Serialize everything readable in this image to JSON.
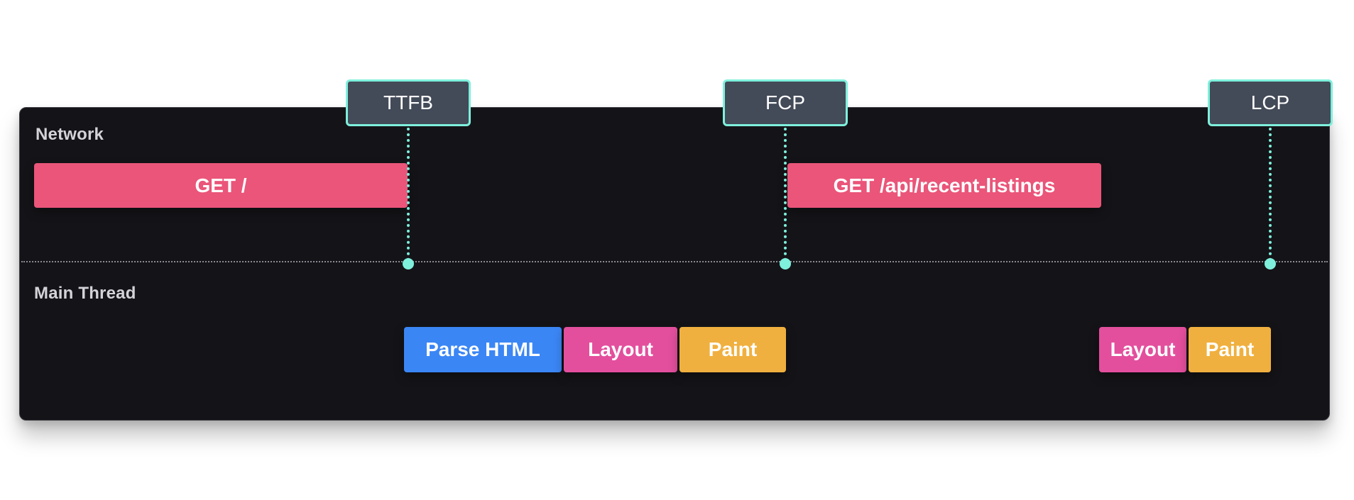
{
  "sections": {
    "network_label": "Network",
    "main_thread_label": "Main Thread"
  },
  "network_requests": [
    {
      "label": "GET /",
      "color": "#ea5579"
    },
    {
      "label": "GET /api/recent-listings",
      "color": "#ea5579"
    }
  ],
  "main_thread_tasks": [
    {
      "label": "Parse HTML",
      "color": "#3b86f5"
    },
    {
      "label": "Layout",
      "color": "#e34f9d"
    },
    {
      "label": "Paint",
      "color": "#f0b03f"
    },
    {
      "label": "Layout",
      "color": "#e34f9d"
    },
    {
      "label": "Paint",
      "color": "#f0b03f"
    }
  ],
  "markers": [
    {
      "label": "TTFB"
    },
    {
      "label": "FCP"
    },
    {
      "label": "LCP"
    }
  ],
  "colors": {
    "panel_bg": "#141418",
    "marker_accent": "#7ef0dc",
    "marker_bg": "#434a58"
  }
}
